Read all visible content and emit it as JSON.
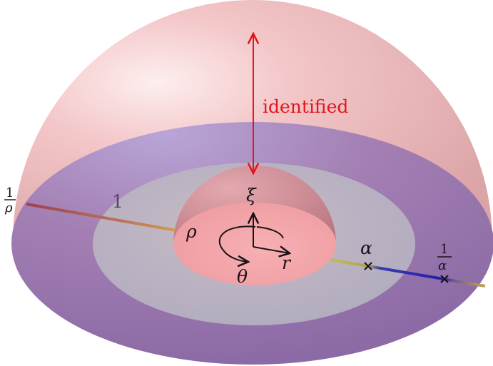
{
  "diagram": {
    "annotation": "identified",
    "labels": {
      "xi": "ξ",
      "rho": "ρ",
      "theta": "θ",
      "r": "r",
      "one": "1",
      "alpha": "α",
      "one_over_rho_num": "1",
      "one_over_rho_den": "ρ",
      "one_over_alpha_num": "1",
      "one_over_alpha_den": "α"
    },
    "colors": {
      "outer_dome": "#e8a8ab",
      "outer_disk": "#9f7bb1",
      "middle_disk": "#b9b2bd",
      "inner_dome": "#c97982",
      "inner_disk": "#f2a3a8",
      "arrow_identified": "#e3151d",
      "segment_left": "#a34856",
      "segment_mid": "#c88a4e",
      "segment_alpha": "#b8b454",
      "segment_blue": "#2321a8",
      "segment_right": "#c8a24e",
      "ink": "#1b1118"
    }
  }
}
